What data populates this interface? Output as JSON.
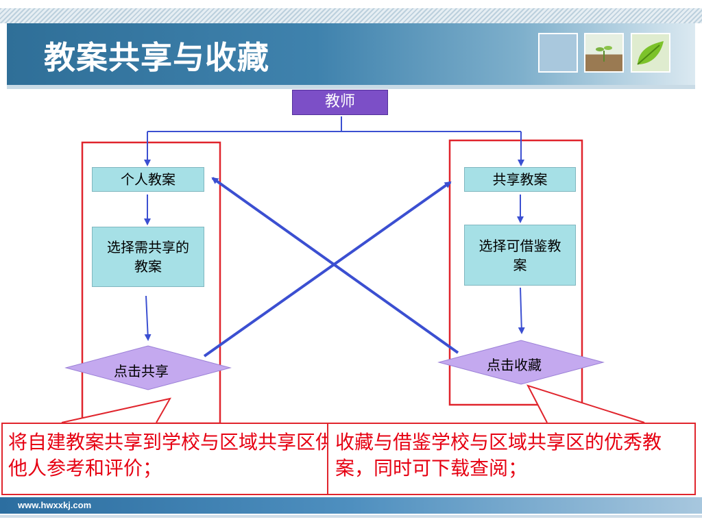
{
  "slide": {
    "title": "教案共享与收藏",
    "footer_url": "www.hwxxkj.com"
  },
  "flowchart": {
    "teacher": "教师",
    "left_column": {
      "personal_plans": "个人教案",
      "select_to_share": "选择需共享的教案",
      "click_share": "点击共享"
    },
    "right_column": {
      "shared_plans": "共享教案",
      "select_to_borrow": "选择可借鉴教案",
      "click_collect": "点击收藏"
    }
  },
  "callouts": {
    "left_text": "将自建教案共享到学校与区域共享区供他人参考和评价；",
    "right_text": "收藏与借鉴学校与区域共享区的优秀教案，同时可下载查阅；"
  },
  "colors": {
    "title_band": "#3f82ad",
    "teacher_box": "#7c4fc7",
    "step_box": "#a6e0e6",
    "diamond": "#c4a9ef",
    "connector": "#3b4fd1",
    "frame_red": "#e0242c",
    "callout_text": "#e60012"
  }
}
